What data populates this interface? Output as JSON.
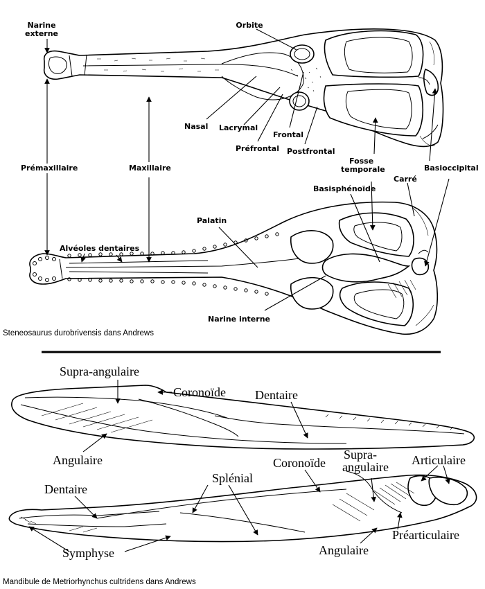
{
  "upper_figure": {
    "caption": "Steneosaurus durobrivensis dans Andrews",
    "labels": {
      "narine_externe_1": "Narine",
      "narine_externe_2": "externe",
      "orbite": "Orbite",
      "nasal": "Nasal",
      "lacrymal": "Lacrymal",
      "frontal": "Frontal",
      "prefrontal": "Préfrontal",
      "postfrontal": "Postfrontal",
      "fosse_temporale_1": "Fosse",
      "fosse_temporale_2": "temporale",
      "premaxillaire": "Prémaxillaire",
      "maxillaire": "Maxillaire",
      "basioccipital": "Basioccipital",
      "carre": "Carré",
      "basisphenoide": "Basisphénoïde",
      "palatin": "Palatin",
      "alveoles_dentaires": "Alvéoles dentaires",
      "narine_interne": "Narine interne"
    }
  },
  "lower_figure": {
    "caption": "Mandibule de Metriorhynchus cultridens dans Andrews",
    "labels": {
      "supra_angulaire_top": "Supra-angulaire",
      "coronoide_top": "Coronoïde",
      "dentaire_top": "Dentaire",
      "angulaire_top": "Angulaire",
      "coronoide_bottom": "Coronoïde",
      "supra_angulaire_bottom_1": "Supra-",
      "supra_angulaire_bottom_2": "angulaire",
      "articulaire": "Articulaire",
      "splenial": "Splénial",
      "dentaire_bottom": "Dentaire",
      "prearticulaire": "Préarticulaire",
      "symphyse": "Symphyse",
      "angulaire_bottom": "Angulaire"
    }
  }
}
